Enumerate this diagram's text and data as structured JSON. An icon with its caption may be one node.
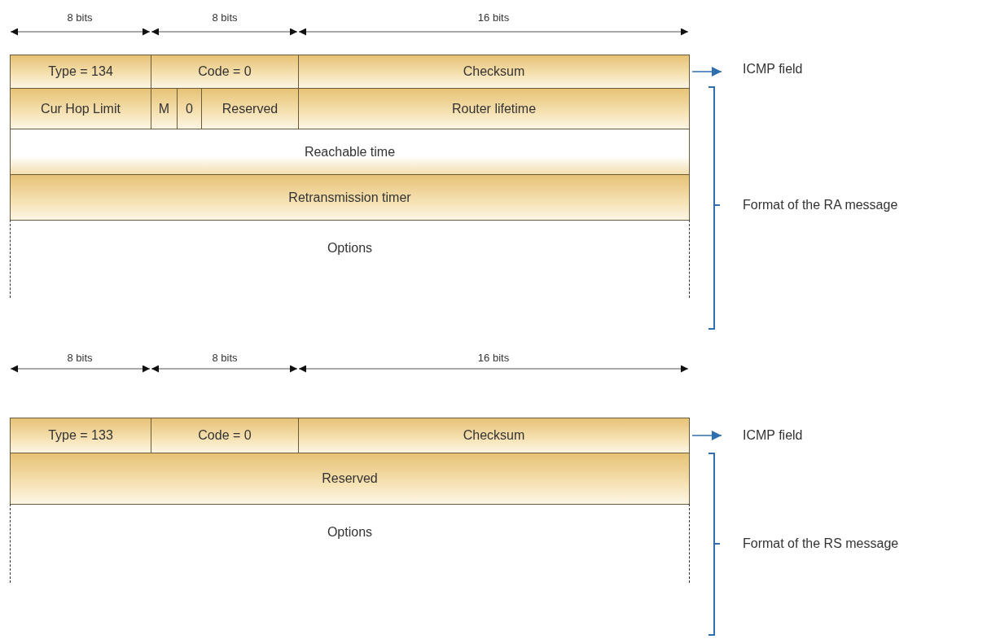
{
  "diagram": {
    "nodes": [
      {
        "text": [
          "Type = 134"
        ]
      },
      {
        "text": [
          "Code = 0"
        ]
      },
      {
        "text": [
          "Checksum"
        ]
      },
      {
        "text": [
          "ICMP field"
        ]
      },
      {
        "text": [
          "Cur Hop Limit"
        ]
      },
      {
        "text": [
          "M"
        ]
      },
      {
        "text": [
          "0"
        ]
      },
      {
        "text": [
          "Reserved"
        ]
      },
      {
        "text": [
          "Router lifetime"
        ]
      },
      {
        "text": [
          "Reachable time"
        ]
      },
      {
        "text": [
          "Retransmission timer"
        ]
      },
      {
        "text": [
          "Options"
        ]
      },
      {
        "text": [
          "Type = 133"
        ]
      },
      {
        "text": [
          "Code = 0"
        ]
      },
      {
        "text": [
          "Checksum"
        ]
      },
      {
        "text": [
          "ICMP field"
        ]
      },
      {
        "text": [
          "Reserved"
        ]
      },
      {
        "text": [
          "Options"
        ]
      }
    ],
    "edges": [
      {
        "from": 2,
        "to": 3,
        "arrow": "to"
      },
      {
        "from": 14,
        "to": 15,
        "arrow": "to"
      }
    ],
    "labels": [
      "8 bits",
      "8 bits",
      "16 bits",
      "Format of the RA message",
      "8 bits",
      "8 bits",
      "16 bits",
      "Format of the RS message"
    ]
  }
}
